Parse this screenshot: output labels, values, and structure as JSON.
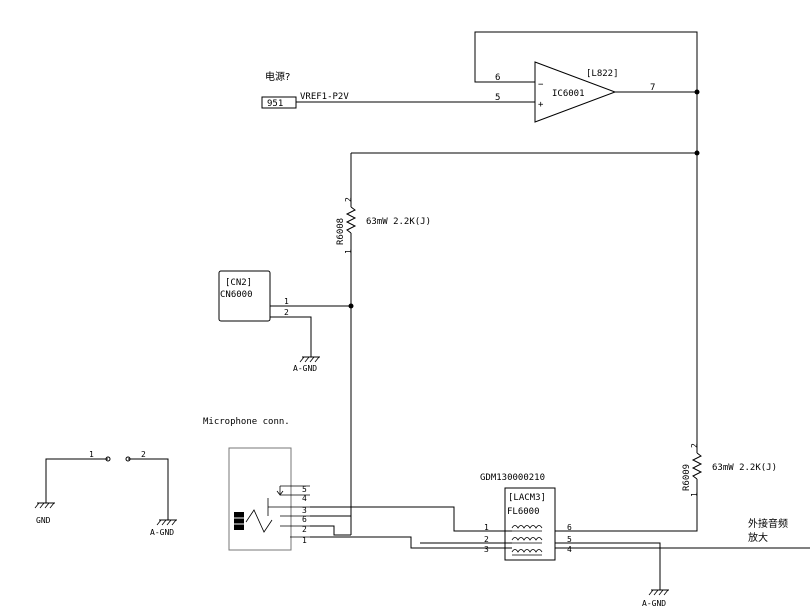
{
  "power_note": "电源?",
  "vref": {
    "ref_box": "951",
    "net": "VREF1-P2V"
  },
  "opamp": {
    "package": "[L822]",
    "ref": "IC6001",
    "pin_inv": "6",
    "pin_noninv": "5",
    "pin_out": "7",
    "minus": "−",
    "plus": "+"
  },
  "r6008": {
    "ref": "R6008",
    "value": "63mW  2.2K(J)",
    "pin_top": "2",
    "pin_bot": "1"
  },
  "r6009": {
    "ref": "R6009",
    "value": "63mW  2.2K(J)",
    "pin_top": "2",
    "pin_bot": "1"
  },
  "cn6000": {
    "type": "[CN2]",
    "ref": "CN6000",
    "pin1": "1",
    "pin2": "2"
  },
  "mic": {
    "title": "Microphone conn.",
    "pins": [
      "5",
      "4",
      "3",
      "6",
      "2",
      "1"
    ]
  },
  "filter": {
    "part": "GDM130000210",
    "type": "[LACM3]",
    "ref": "FL6000",
    "left_pins": [
      "1",
      "2",
      "3"
    ],
    "right_pins": [
      "6",
      "5",
      "4"
    ]
  },
  "switch": {
    "pin1": "1",
    "pin2": "2"
  },
  "grounds": {
    "gnd": "GND",
    "agnd": "A-GND"
  },
  "external_note": {
    "line1": "外接音频",
    "line2": "放大"
  }
}
